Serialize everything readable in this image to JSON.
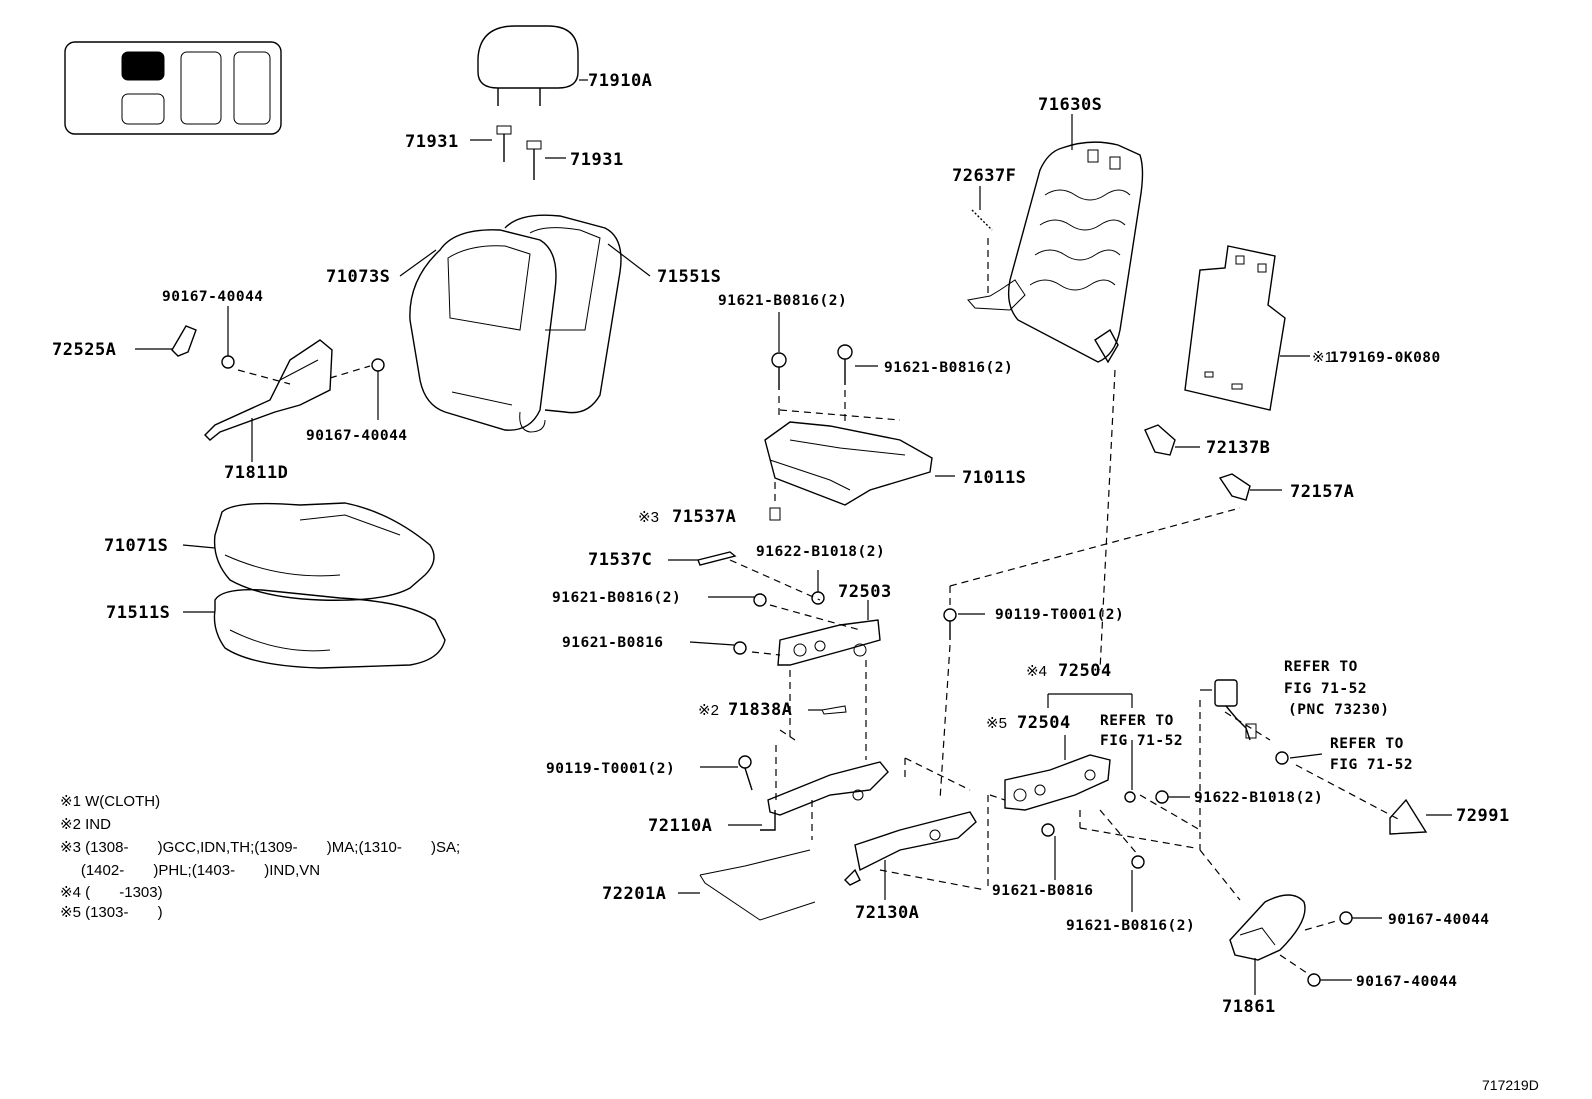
{
  "diagram": {
    "drawing_id": "717219D",
    "position_indicator": {
      "seats": [
        "front-left",
        "front-right-lower",
        "rear-center",
        "rear-right"
      ],
      "highlighted": "front-left"
    },
    "labels": {
      "headrest": "71910A",
      "headrest_support_a": "71931",
      "headrest_support_b": "71931",
      "seatback_frame": "71630S",
      "spring_72637f": "72637F",
      "seatback_assembly": "71073S",
      "seatback_pad": "71551S",
      "bolt_a": "91621-B0816(2)",
      "bolt_b": "91621-B0816(2)",
      "screw_upper": "90167-40044",
      "hook_72525a": "72525A",
      "screw_lower": "90167-40044",
      "shield_71811d": "71811D",
      "seat_frame_71011s": "71011S",
      "label_71537a": "71537A",
      "seat_cushion_assembly": "71071S",
      "seat_cushion_pad": "71511S",
      "board_179169": "179169-0K080",
      "clip_72137b": "72137B",
      "clip_72157a": "72157A",
      "pad_71537c": "71537C",
      "bolt_91622_upper": "91622-B1018(2)",
      "adjuster_72503": "72503",
      "bolt_c": "91621-B0816(2)",
      "bolt_d": "91621-B0816",
      "bolt_90119_right": "90119-T0001(2)",
      "label_71838a": "71838A",
      "adjuster_72504_group": "72504",
      "adjuster_72504": "72504",
      "bolt_90119_left": "90119-T0001(2)",
      "track_72110a": "72110A",
      "wire_72201a": "72201A",
      "track_72130a": "72130A",
      "bolt_e": "91621-B0816",
      "bolt_f": "91621-B0816(2)",
      "bolt_91622_lower": "91622-B1018(2)",
      "cover_72991": "72991",
      "screw_right_a": "90167-40044",
      "screw_right_b": "90167-40044",
      "cover_71861": "71861"
    },
    "marks": {
      "m3": "※3",
      "m2": "※2",
      "m1": "※1",
      "m4": "※4",
      "m5": "※5"
    },
    "references": {
      "ref1": [
        "REFER TO",
        "FIG 71-52",
        "(PNC 73230)"
      ],
      "ref2": [
        "REFER TO",
        "FIG 71-52"
      ],
      "ref3": [
        "REFER TO",
        "FIG 71-52"
      ]
    },
    "notes": [
      "※1 W(CLOTH)",
      "※2 IND",
      "※3 (1308-       )GCC,IDN,TH;(1309-       )MA;(1310-       )SA;",
      "     (1402-       )PHL;(1403-       )IND,VN",
      "※4 (       -1303)",
      "※5 (1303-       )"
    ]
  }
}
